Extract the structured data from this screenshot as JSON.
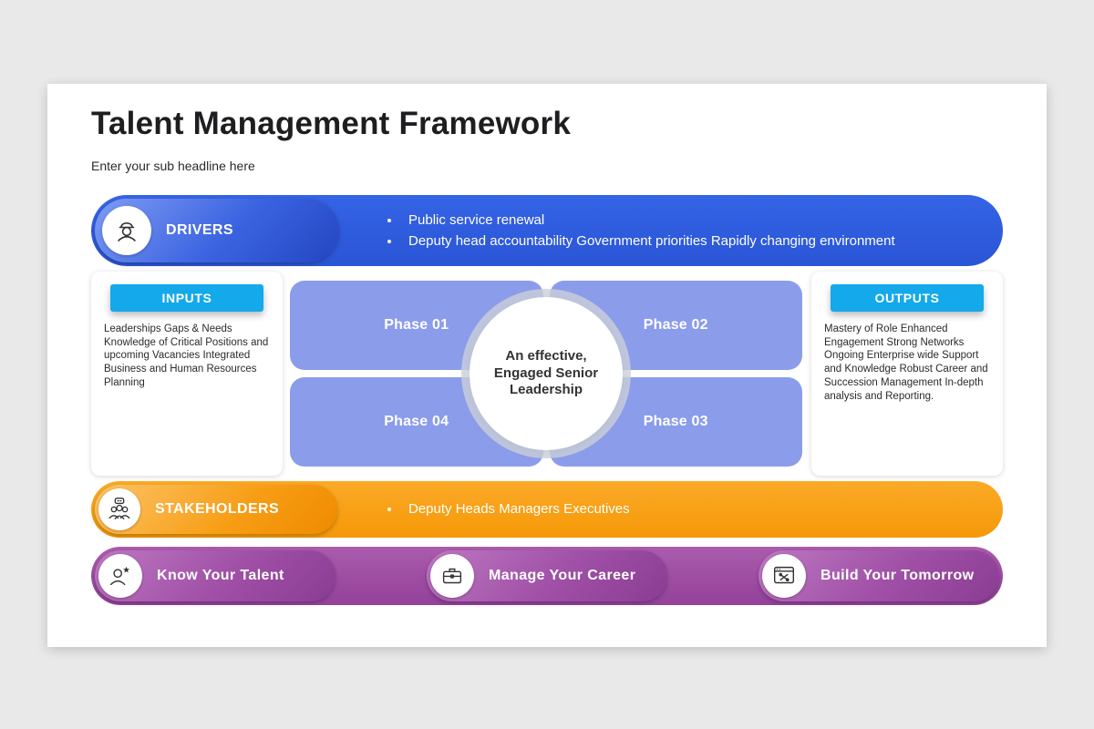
{
  "slide": {
    "title": "Talent Management Framework",
    "subtitle": "Enter your sub headline here"
  },
  "drivers": {
    "label": "DRIVERS",
    "bullets": [
      "Public service renewal",
      "Deputy head accountability Government priorities Rapidly changing environment"
    ]
  },
  "inputs": {
    "label": "INPUTS",
    "text": "Leaderships Gaps & Needs Knowledge of Critical Positions and upcoming Vacancies Integrated Business and Human Resources Planning"
  },
  "outputs": {
    "label": "OUTPUTS",
    "text": "Mastery of Role Enhanced Engagement Strong Networks Ongoing Enterprise wide Support and Knowledge Robust Career and Succession Management In-depth analysis and Reporting."
  },
  "phases": [
    {
      "label": "Phase 01"
    },
    {
      "label": "Phase 02"
    },
    {
      "label": "Phase 04"
    },
    {
      "label": "Phase 03"
    }
  ],
  "center": {
    "text": "An effective, Engaged Senior Leadership"
  },
  "stakeholders": {
    "label": "STAKEHOLDERS",
    "bullets": [
      "Deputy Heads Managers Executives"
    ]
  },
  "bottom": {
    "items": [
      {
        "label": "Know Your Talent"
      },
      {
        "label": "Manage Your Career"
      },
      {
        "label": "Build Your Tomorrow"
      }
    ]
  },
  "icons": {
    "drivers": "officer-person-icon",
    "stakeholders": "people-group-icon",
    "know_your_talent": "person-star-icon",
    "manage_your_career": "briefcase-icon",
    "build_your_tomorrow": "browser-tools-icon"
  },
  "colors": {
    "blue": "#2d5dde",
    "cyan": "#13a9eb",
    "periwinkle": "#8b9ceb",
    "orange": "#f9a21d",
    "purple": "#a554a6",
    "background": "#e9e9ea",
    "slide": "#ffffff"
  }
}
